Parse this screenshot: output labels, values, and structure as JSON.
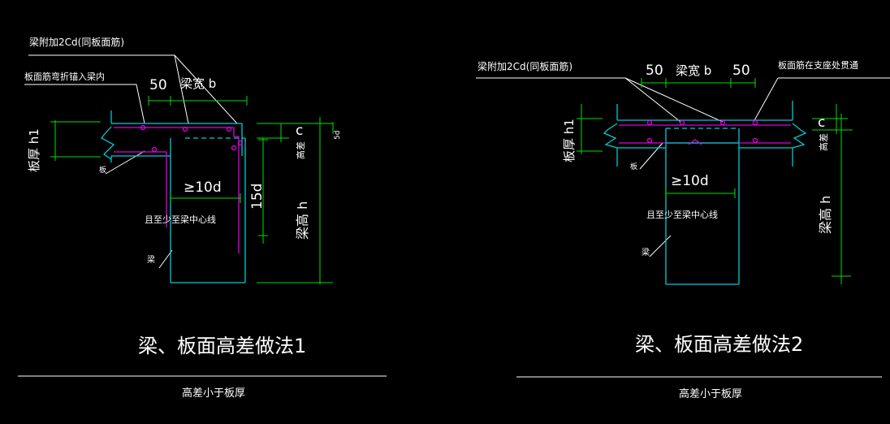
{
  "colors": {
    "background": "#000000",
    "outline": "#00ccd6",
    "rebar": "#e000e0",
    "dimension": "#00e000",
    "text": "#ffffff"
  },
  "left": {
    "note_additional_bars": "梁附加2Cd(同板面筋)",
    "note_slab_bars": "板面筋弯折锚入梁内",
    "dim_50": "50",
    "dim_beam_width": "梁宽 b",
    "dim_h1": "板厚 h1",
    "label_slab": "板",
    "dim_10d": "≥10d",
    "dim_15d": "15d",
    "note_center": "且至少至梁中心线",
    "label_beam": "梁",
    "dim_c": "c",
    "label_c_side": "高差",
    "label_h_side": "梁高 h",
    "dim_small": "5d",
    "title": "梁、板面高差做法1",
    "subtitle": "高差小于板厚"
  },
  "right": {
    "note_additional_bars": "梁附加2Cd(同板面筋)",
    "dim_50_left": "50",
    "dim_beam_width": "梁宽 b",
    "dim_50_right": "50",
    "note_continuous": "板面筋在支座处贯通",
    "dim_h1": "板厚 h1",
    "label_slab": "板",
    "dim_10d": "≥10d",
    "note_center": "且至少至梁中心线",
    "label_beam": "梁",
    "dim_c": "c",
    "label_c_side": "高差",
    "label_h_side": "梁高 h",
    "title": "梁、板面高差做法2",
    "subtitle": "高差小于板厚"
  }
}
